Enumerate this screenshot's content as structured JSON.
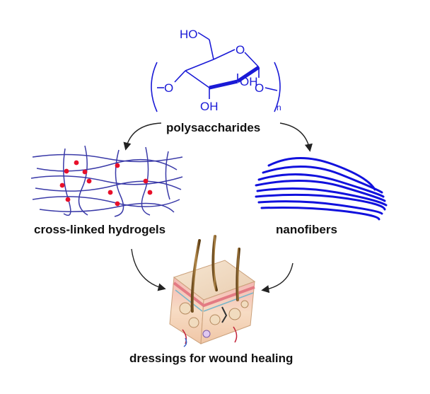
{
  "structure": {
    "labels": {
      "ho_top": "HO",
      "ring_o": "O",
      "left_o": "O",
      "oh_right": "OH",
      "oh_bottom": "OH",
      "right_o": "O",
      "repeat_n": "n"
    }
  },
  "labels": {
    "polysaccharides": "polysaccharides",
    "hydrogels": "cross-linked hydrogels",
    "nanofibers": "nanofibers",
    "dressings": "dressings for wound healing"
  },
  "colors": {
    "molecule": "#1a1ad6",
    "network_strand": "#3a3aa8",
    "crosslink": "#e8102a",
    "fiber": "#1111dd",
    "arrow": "#222222",
    "label": "#111111"
  }
}
